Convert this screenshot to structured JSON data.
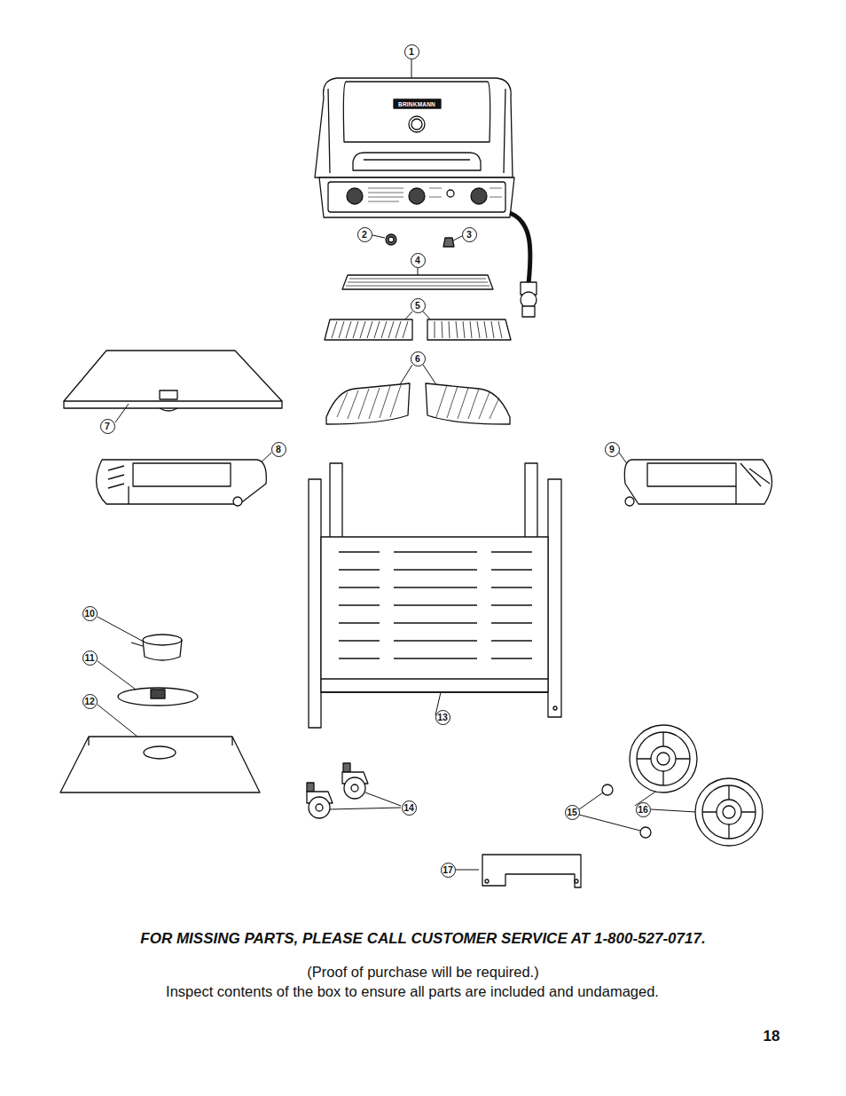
{
  "diagram": {
    "labels": [
      "1",
      "2",
      "3",
      "4",
      "5",
      "6",
      "7",
      "8",
      "9",
      "10",
      "11",
      "12",
      "13",
      "14",
      "15",
      "16",
      "17",
      "BRINKMANN",
      "FOR MISSING PARTS, PLEASE CALL CUSTOMER SERVICE AT 1-800-527-0717.",
      "(Proof of purchase will be required.)",
      "Inspect contents of the box to ensure all parts are included and undamaged.",
      "18"
    ]
  }
}
